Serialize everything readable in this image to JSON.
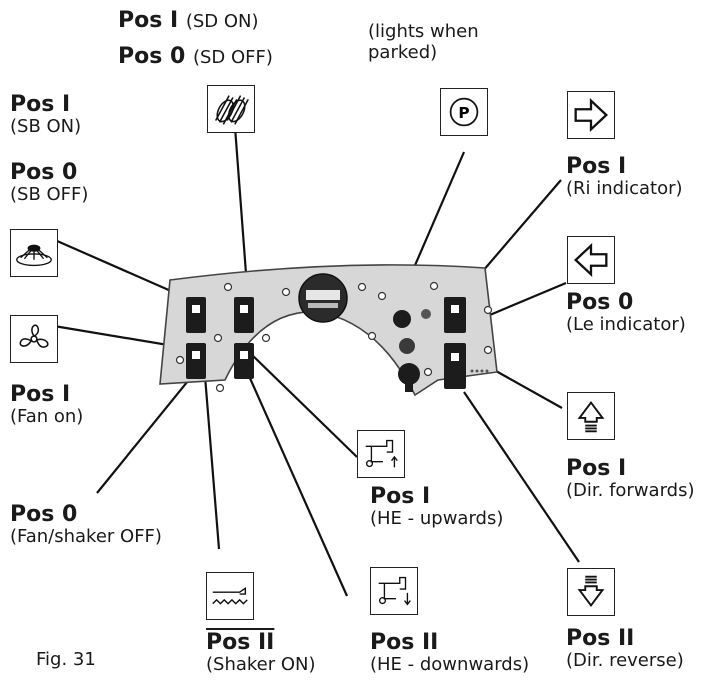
{
  "labels": {
    "sd_on": "Pos I",
    "sd_on_note": "(SD ON)",
    "sd_off": "Pos 0",
    "sd_off_note": "(SD OFF)",
    "parked_line1": "(lights when",
    "parked_line2": "parked)",
    "sb_on": "Pos I",
    "sb_on_note": "(SB ON)",
    "sb_off": "Pos 0",
    "sb_off_note": "(SB OFF)",
    "ri_pos": "Pos I",
    "ri_note": "(Ri indicator)",
    "le_pos": "Pos 0",
    "le_note": "(Le indicator)",
    "fan_pos": "Pos I",
    "fan_note": "(Fan on)",
    "fanoff_pos": "Pos 0",
    "fanoff_note": "(Fan/shaker OFF)",
    "he_up_pos": "Pos I",
    "he_up_note": "(HE - upwards)",
    "he_down_pos": "Pos II",
    "he_down_note": "(HE - downwards)",
    "shaker_pos": "Pos II",
    "shaker_note": "(Shaker ON)",
    "fwd_pos": "Pos I",
    "fwd_note": "(Dir. forwards)",
    "rev_pos": "Pos II",
    "rev_note": "(Dir. reverse)",
    "figure": "Fig. 31",
    "parking_letter": "P"
  },
  "icons": [
    "side-brush-icon",
    "parking-light-icon",
    "right-arrow-icon",
    "left-arrow-icon",
    "sweeping-brush-icon",
    "fan-icon",
    "hopper-up-icon",
    "hopper-down-icon",
    "shaker-icon",
    "forward-icon",
    "reverse-icon"
  ],
  "colors": {
    "panel": "#d7d7d7",
    "switch": "#1c1c1c",
    "line": "#111111"
  }
}
